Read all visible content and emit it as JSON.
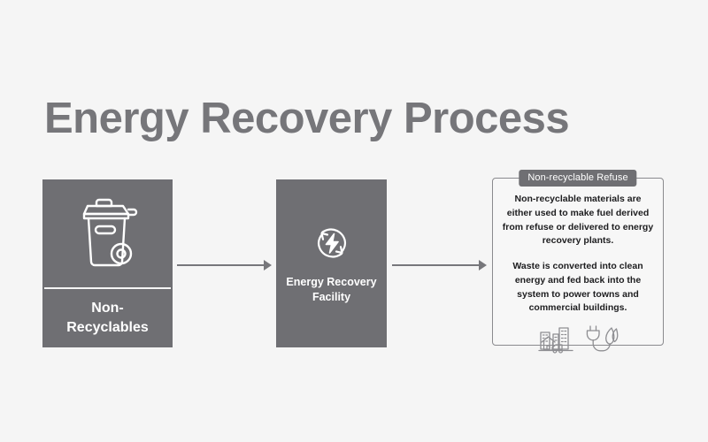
{
  "page": {
    "title": "Energy Recovery Process",
    "background_color": "#f5f5f5",
    "accent_color": "#6f6f73",
    "title_color": "#76767a"
  },
  "flow": {
    "stage_one": {
      "icon": "wheelie-bin-icon",
      "label": "Non-\nRecyclables"
    },
    "arrow_one": {
      "icon": "arrow-right-icon"
    },
    "stage_two": {
      "icon": "energy-recycle-icon",
      "label": "Energy Recovery\nFacility"
    },
    "arrow_two": {
      "icon": "arrow-right-icon"
    },
    "stage_three": {
      "badge": "Non-recyclable Refuse",
      "paragraphs": [
        "Non-recyclable materials are either used to make fuel derived from refuse or delivered to energy recovery plants.",
        "Waste is converted into clean energy and fed back into the system to power towns and commercial buildings."
      ],
      "icons": [
        "city-buildings-truck-icon",
        "power-plug-leaf-icon"
      ]
    }
  }
}
